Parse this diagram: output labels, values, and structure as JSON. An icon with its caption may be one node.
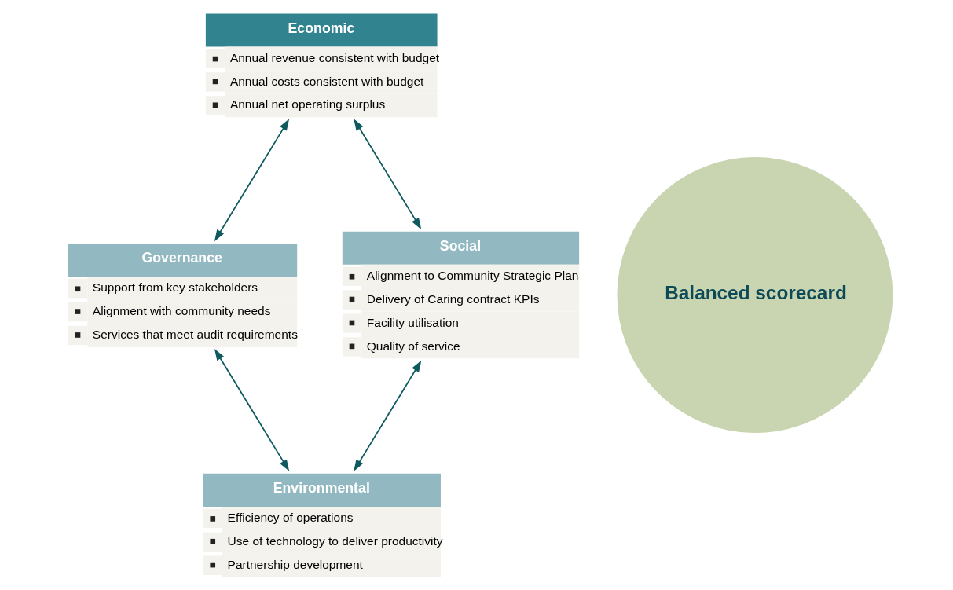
{
  "diagram": {
    "nodes": [
      {
        "text": [
          "Economic",
          "Annual revenue consistent with budget",
          "Annual costs consistent with budget",
          "Annual net operating surplus"
        ]
      },
      {
        "text": [
          "Governance",
          "Support from key stakeholders",
          "Alignment with community needs",
          "Services that meet audit requirements"
        ]
      },
      {
        "text": [
          "Balanced scorecard"
        ]
      },
      {
        "text": [
          "Social",
          "Alignment to Community Strategic Plan",
          "Delivery of Caring contract KPIs",
          "Facility utilisation",
          "Quality of service"
        ]
      },
      {
        "text": [
          "Environmental",
          "Efficiency of operations",
          "Use of technology to deliver productivity",
          "Partnership development"
        ]
      }
    ],
    "edges": [
      {
        "from": 0,
        "to": 1,
        "arrow": "both"
      },
      {
        "from": 0,
        "to": 3,
        "arrow": "both"
      },
      {
        "from": 1,
        "to": 4,
        "arrow": "both"
      },
      {
        "from": 3,
        "to": 4,
        "arrow": "both"
      }
    ]
  }
}
